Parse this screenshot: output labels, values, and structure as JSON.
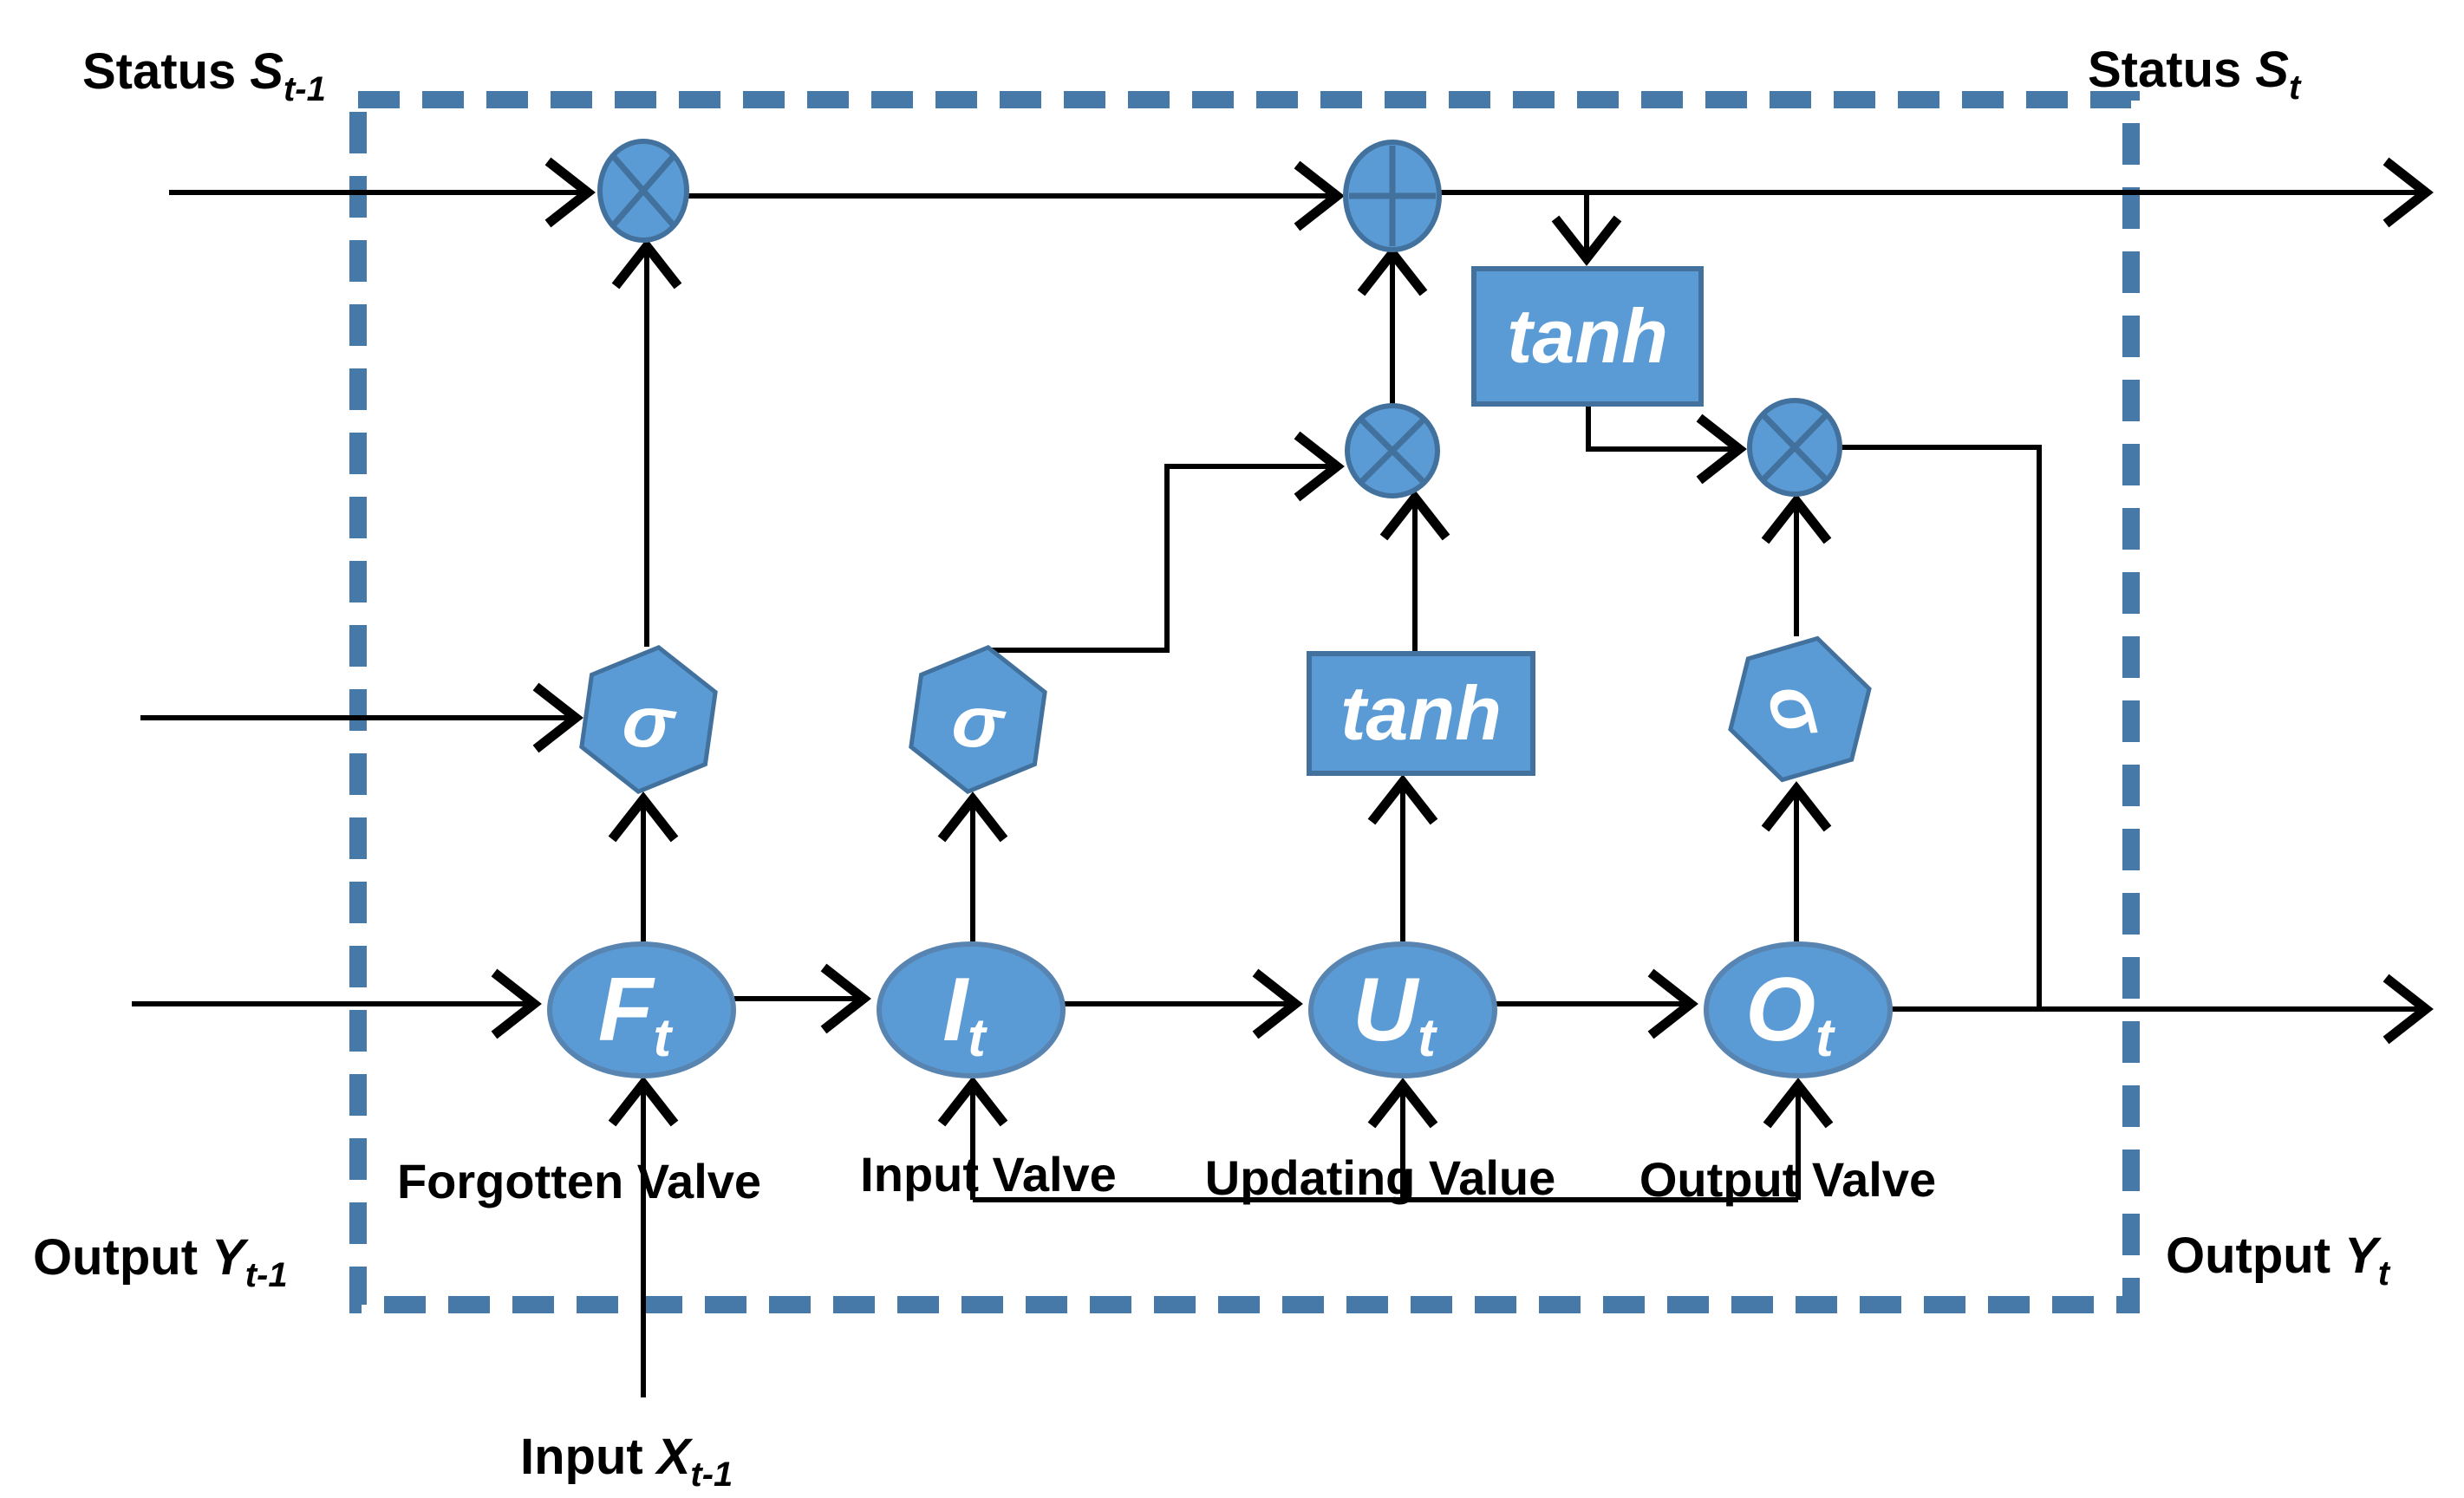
{
  "figure": {
    "title": "LSTM cell diagram",
    "colors": {
      "shape_fill": "#5B9BD5",
      "shape_stroke": "#41719C",
      "dashed_border": "#4779A8",
      "wire": "#000000",
      "label_text": "#000000",
      "shape_text": "#FFFFFF"
    },
    "external_labels": {
      "status_prev": {
        "word": "Status",
        "var": "S",
        "sub": "t-1"
      },
      "status_next": {
        "word": "Status",
        "var": "S",
        "sub": "t"
      },
      "output_prev": {
        "word": "Output",
        "var": "Y",
        "sub": "t-1"
      },
      "output_next": {
        "word": "Output",
        "var": "Y",
        "sub": "t"
      },
      "input": {
        "word": "Input",
        "var": "X",
        "sub": "t-1"
      }
    },
    "valve_labels": {
      "forgotten": "Forgotten Valve",
      "input": "Input Valve",
      "updating": "Updating Value",
      "output": "Output Valve"
    },
    "nodes": {
      "forget": {
        "var": "F",
        "sub": "t"
      },
      "input": {
        "var": "I",
        "sub": "t"
      },
      "update": {
        "var": "U",
        "sub": "t"
      },
      "output": {
        "var": "O",
        "sub": "t"
      },
      "sigma": "σ",
      "tanh_state": "tanh",
      "tanh_update": "tanh"
    },
    "operators": {
      "multiply": "×",
      "add": "+"
    }
  }
}
